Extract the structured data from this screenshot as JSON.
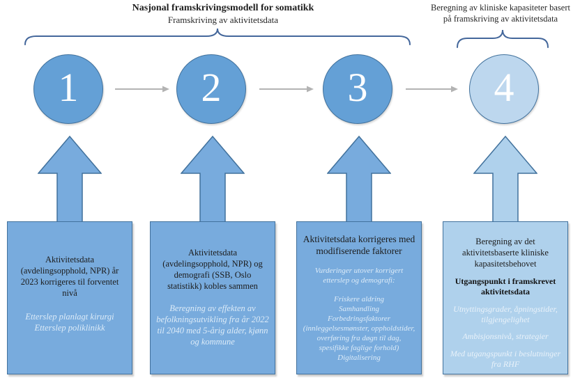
{
  "headers": {
    "left": {
      "title": "Nasjonal framskrivingsmodell for somatikk",
      "subtitle": "Framskriving av aktivitetsdata"
    },
    "right": {
      "line1": "Beregning av kliniske kapasiteter basert",
      "line2": "på framskriving av aktivitetsdata"
    }
  },
  "steps": [
    {
      "number": "1",
      "box": {
        "main": "Aktivitetsdata (avdelingsopphold, NPR) år 2023 korrigeres til forventet nivå",
        "italic_lines": [
          "Etterslep planlagt kirurgi",
          "Etterslep poliklinikk"
        ]
      }
    },
    {
      "number": "2",
      "box": {
        "main": "Aktivitetsdata (avdelingsopphold, NPR) og demografi (SSB, Oslo statistikk) kobles sammen",
        "italic_lines": [
          "Beregning av effekten av befolkningsutvikling fra år 2022 til 2040 med 5-årig alder, kjønn og kommune"
        ]
      }
    },
    {
      "number": "3",
      "box": {
        "main": "Aktivitetsdata korrigeres med modifiserende faktorer",
        "italic_intro": "Vurderinger utover korrigert etterslep og demografi:",
        "italic_lines": [
          "Friskere aldring",
          "Samhandling",
          "Forbedringsfaktorer (innleggelsesmønster, oppholdstider, overføring fra døgn til dag, spesifikke faglige forhold)",
          "Digitalisering"
        ]
      }
    },
    {
      "number": "4",
      "box": {
        "main": "Beregning av det aktivitetsbaserte kliniske kapasitetsbehovet",
        "bold": "Utgangspunkt i framskrevet aktivitetsdata",
        "italic_lines": [
          "Utnyttingsgrader, åpningstider, tilgjengelighet",
          "Ambisjonsnivå, strategier",
          "Med utgangspunkt i beslutninger fra RHF"
        ]
      }
    }
  ],
  "colors": {
    "circle-blue": "#64a0d6",
    "circle-light": "#bdd7ee",
    "box-blue": "#78abdd",
    "box-light": "#afd1ec",
    "border-blue": "#41719c",
    "brace-blue": "#44679b",
    "arrow-gray": "#b3b3b3",
    "italic-light": "#dcebf8",
    "italic-light4": "#e9f2fa",
    "text-dark": "#1f1f1f"
  }
}
